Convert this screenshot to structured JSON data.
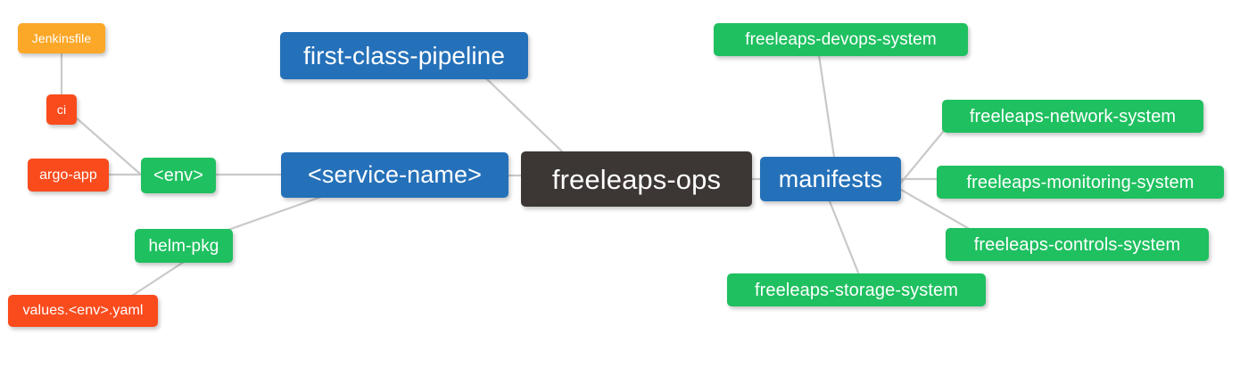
{
  "diagram": {
    "type": "mindmap",
    "title": "freeleaps-ops",
    "background": "#ffffff",
    "edge_color": "#c9c9c9",
    "palette": {
      "root_dark": "#3c3734",
      "blue": "#2571b9",
      "green": "#1fc060",
      "orange": "#fba728",
      "red": "#fa4b1d",
      "text": "#ffffff"
    }
  },
  "nodes": [
    {
      "id": "jenkinsfile",
      "label": "Jenkinsfile",
      "color_role": "orange"
    },
    {
      "id": "ci",
      "label": "ci",
      "color_role": "red"
    },
    {
      "id": "argo-app",
      "label": "argo-app",
      "color_role": "red"
    },
    {
      "id": "env",
      "label": "<env>",
      "color_role": "green"
    },
    {
      "id": "helm-pkg",
      "label": "helm-pkg",
      "color_role": "green"
    },
    {
      "id": "values-yaml",
      "label": "values.<env>.yaml",
      "color_role": "red"
    },
    {
      "id": "first-class-pipeline",
      "label": "first-class-pipeline",
      "color_role": "blue"
    },
    {
      "id": "service-name",
      "label": "<service-name>",
      "color_role": "blue"
    },
    {
      "id": "freeleaps-ops",
      "label": "freeleaps-ops",
      "color_role": "root_dark"
    },
    {
      "id": "manifests",
      "label": "manifests",
      "color_role": "blue"
    },
    {
      "id": "devops-system",
      "label": "freeleaps-devops-system",
      "color_role": "green"
    },
    {
      "id": "network-system",
      "label": "freeleaps-network-system",
      "color_role": "green"
    },
    {
      "id": "monitoring-system",
      "label": "freeleaps-monitoring-system",
      "color_role": "green"
    },
    {
      "id": "controls-system",
      "label": "freeleaps-controls-system",
      "color_role": "green"
    },
    {
      "id": "storage-system",
      "label": "freeleaps-storage-system",
      "color_role": "green"
    }
  ],
  "edges": [
    {
      "from": "jenkinsfile",
      "to": "ci"
    },
    {
      "from": "ci",
      "to": "env"
    },
    {
      "from": "argo-app",
      "to": "env"
    },
    {
      "from": "env",
      "to": "service-name"
    },
    {
      "from": "helm-pkg",
      "to": "service-name"
    },
    {
      "from": "values-yaml",
      "to": "helm-pkg"
    },
    {
      "from": "first-class-pipeline",
      "to": "freeleaps-ops"
    },
    {
      "from": "service-name",
      "to": "freeleaps-ops"
    },
    {
      "from": "freeleaps-ops",
      "to": "manifests"
    },
    {
      "from": "manifests",
      "to": "devops-system"
    },
    {
      "from": "manifests",
      "to": "network-system"
    },
    {
      "from": "manifests",
      "to": "monitoring-system"
    },
    {
      "from": "manifests",
      "to": "controls-system"
    },
    {
      "from": "manifests",
      "to": "storage-system"
    }
  ]
}
